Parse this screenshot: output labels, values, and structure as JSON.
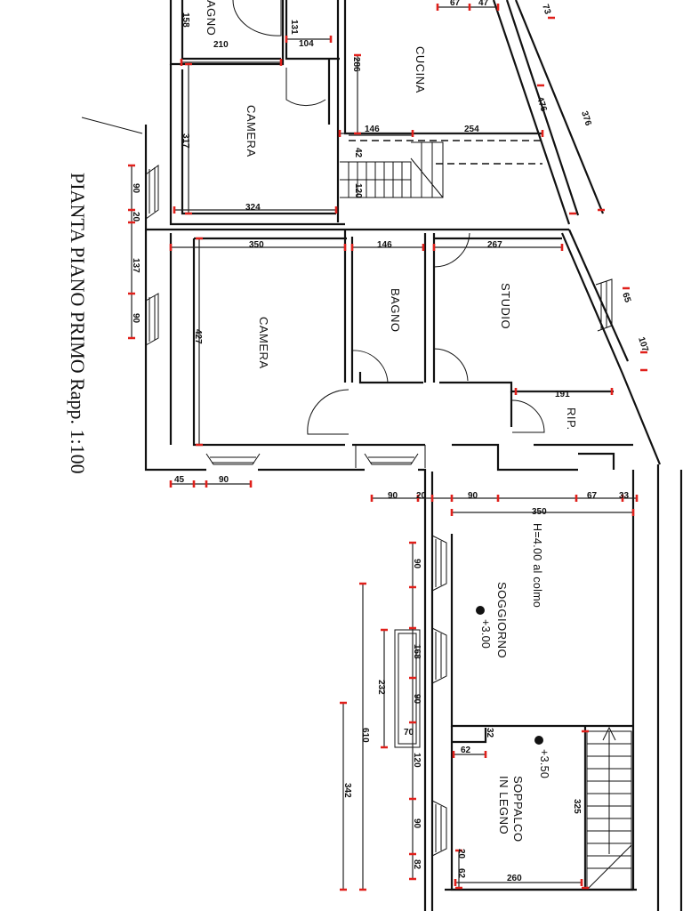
{
  "plan": {
    "title": "PIANTA PIANO PRIMO Rapp. 1:100",
    "colors": {
      "line": "#111111",
      "dimension_tick": "#e0201b",
      "background": "#ffffff"
    },
    "rooms": {
      "bagno_top": "AGNO",
      "camera_top": "CAMERA",
      "cucina": "CUCINA",
      "camera_main": "CAMERA",
      "bagno": "BAGNO",
      "studio": "STUDIO",
      "ripostiglio": "RIP.",
      "soggiorno": "SOGGIORNO",
      "soppalco_line1": "SOPPALCO",
      "soppalco_line2": "IN LEGNO"
    },
    "notes": {
      "height_note": "H=4.00 al colmo",
      "level_soggiorno": "+3.00",
      "level_soppalco": "+3.50"
    },
    "dimensions": {
      "d158": "158",
      "d210": "210",
      "d131": "131",
      "d104": "104",
      "d67": "67",
      "d47": "47",
      "d73": "73",
      "d286": "286",
      "d476": "476",
      "d376": "376",
      "d146a": "146",
      "d254": "254",
      "d42": "42",
      "d120": "120",
      "d317": "317",
      "d324": "324",
      "d90a": "90",
      "d20a": "20",
      "d137": "137",
      "d90b": "90",
      "d350a": "350",
      "d146b": "146",
      "d267": "267",
      "d427": "427",
      "d65": "65",
      "d107": "107",
      "d191": "191",
      "d45": "45",
      "d90c": "90",
      "d90d": "90",
      "d20b": "20",
      "d90e": "90",
      "d67b": "67",
      "d33": "33",
      "d350b": "350",
      "d90f": "90",
      "d168": "168",
      "d232": "232",
      "d90g": "90",
      "d70": "70",
      "d610": "610",
      "d120b": "120",
      "d342": "342",
      "d62a": "62",
      "d32": "32",
      "d325": "325",
      "d90h": "90",
      "d82": "82",
      "d20c": "20",
      "d62b": "62",
      "d260": "260"
    }
  }
}
